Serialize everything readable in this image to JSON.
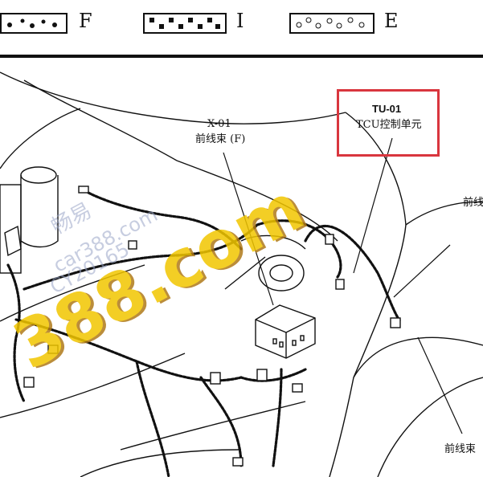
{
  "legend": [
    {
      "letter": "F",
      "pattern": "dots"
    },
    {
      "letter": "I",
      "pattern": "checker"
    },
    {
      "letter": "E",
      "pattern": "circles"
    }
  ],
  "callouts": {
    "x01_code": "X-01",
    "x01_name": "前线束 (F)",
    "tu01_code": "TU-01",
    "tu01_name": "TCU控制单元",
    "right_top_partial": "前线",
    "right_bottom": "前线束"
  },
  "watermark": {
    "cn": "畅易",
    "line1": "car388.com",
    "line2": "CY20165",
    "big": "388.com"
  },
  "colors": {
    "highlight_box": "#d9363e",
    "drawing": "#111111",
    "watermark_yellow": "#f2c600"
  }
}
